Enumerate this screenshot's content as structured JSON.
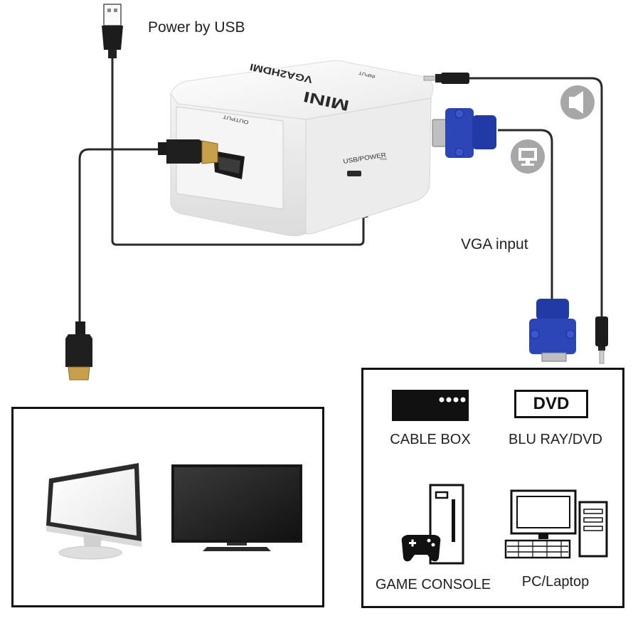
{
  "labels": {
    "power_by_usb": "Power by USB",
    "vga_input": "VGA input"
  },
  "converter": {
    "brand": "MINI",
    "model": "VGA2HDMI",
    "output_port": "OUTPUT",
    "input_port": "INPUT",
    "usb_port": "USB/POWER"
  },
  "sources": {
    "dvd_badge": "DVD",
    "items": [
      {
        "label": "CABLE BOX",
        "icon": "cable-box-icon"
      },
      {
        "label": "BLU RAY/DVD",
        "icon": "dvd-player-icon"
      },
      {
        "label": "GAME CONSOLE",
        "icon": "game-console-icon"
      },
      {
        "label": "PC/Laptop",
        "icon": "desktop-pc-icon"
      }
    ]
  },
  "displays": [
    {
      "icon": "monitor-icon"
    },
    {
      "icon": "tv-icon"
    }
  ],
  "colors": {
    "cable": "#2a2a2a",
    "vga_blue": "#2c46b8",
    "hdmi_gold": "#c9a04a",
    "device_white": "#f3f3f3"
  }
}
